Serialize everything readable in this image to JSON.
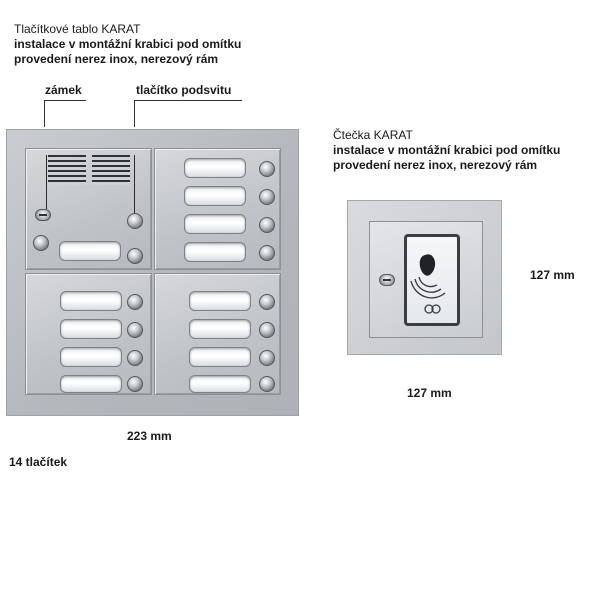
{
  "left_title": {
    "line1": "Tlačítkové tablo KARAT",
    "line2": "instalace v montážní krabici pod omítku",
    "line3": "provedení nerez inox, nerezový rám"
  },
  "callouts": {
    "lock": "zámek",
    "backlight_button": "tlačítko podsvitu"
  },
  "panel": {
    "width_label": "223 mm",
    "button_count_label": "14 tlačítek",
    "button_count": 14
  },
  "right_title": {
    "line1": "Čtečka KARAT",
    "line2": "instalace v montážní krabici pod omítku",
    "line3": "provedení nerez inox, nerezový rám"
  },
  "reader": {
    "height_label": "127 mm",
    "width_label": "127 mm"
  },
  "icons": {
    "speaker": "speaker-grille-icon",
    "lock": "keyhole-icon",
    "card": "rfid-card-icon",
    "logo": "karat-logo-icon"
  },
  "colors": {
    "steel": "#c3c6ca",
    "label_window": "#ffffff",
    "button": "#8d9196"
  }
}
